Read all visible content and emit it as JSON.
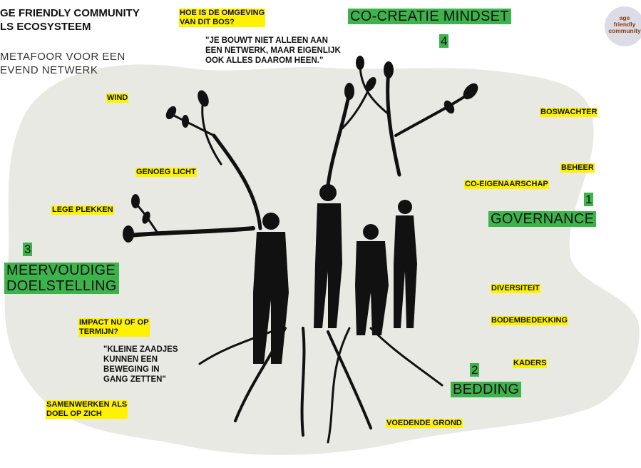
{
  "header": {
    "title": "GE FRIENDLY COMMUNITY\nLS ECOSYSTEEM",
    "subtitle": "METAFOOR VOOR EEN\nEVEND NETWERK"
  },
  "logo": {
    "text": "age\nfriendly\ncommunity"
  },
  "quotes": {
    "top": "\"JE BOUWT NIET ALLEEN AAN\nEEN NETWERK, MAAR EIGENLIJK\nOOK ALLES DAAROM HEEN.\"",
    "bottom": "\"KLEINE ZAADJES\nKUNNEN EEN\nBEWEGING IN\nGANG ZETTEN\""
  },
  "themes": [
    {
      "number": "1",
      "label": "GOVERNANCE"
    },
    {
      "number": "2",
      "label": "BEDDING"
    },
    {
      "number": "3",
      "label": "MEERVOUDIGE\nDOELSTELLING"
    },
    {
      "number": "4",
      "label": "CO-CREATIE MINDSET"
    }
  ],
  "labels": {
    "omgeving": "HOE IS DE OMGEVING\nVAN DIT BOS?",
    "wind": "WIND",
    "genoeg_licht": "GENOEG LICHT",
    "lege_plekken": "LEGE PLEKKEN",
    "boswachter": "BOSWACHTER",
    "beheer": "BEHEER",
    "co_eigenaarschap": "CO-EIGENAARSCHAP",
    "diversiteit": "DIVERSITEIT",
    "bodembedekking": "BODEMBEDEKKING",
    "kaders": "KADERS",
    "impact": "IMPACT NU OF OP\nTERMIJN?",
    "samenwerken": "SAMENWERKEN ALS\nDOEL OP ZICH",
    "voedende_grond": "VOEDENDE GROND"
  },
  "colors": {
    "highlight": "#fff200",
    "theme": "#3cb44b",
    "blob": "#e9e9e3",
    "logo": "#dcdce6"
  }
}
